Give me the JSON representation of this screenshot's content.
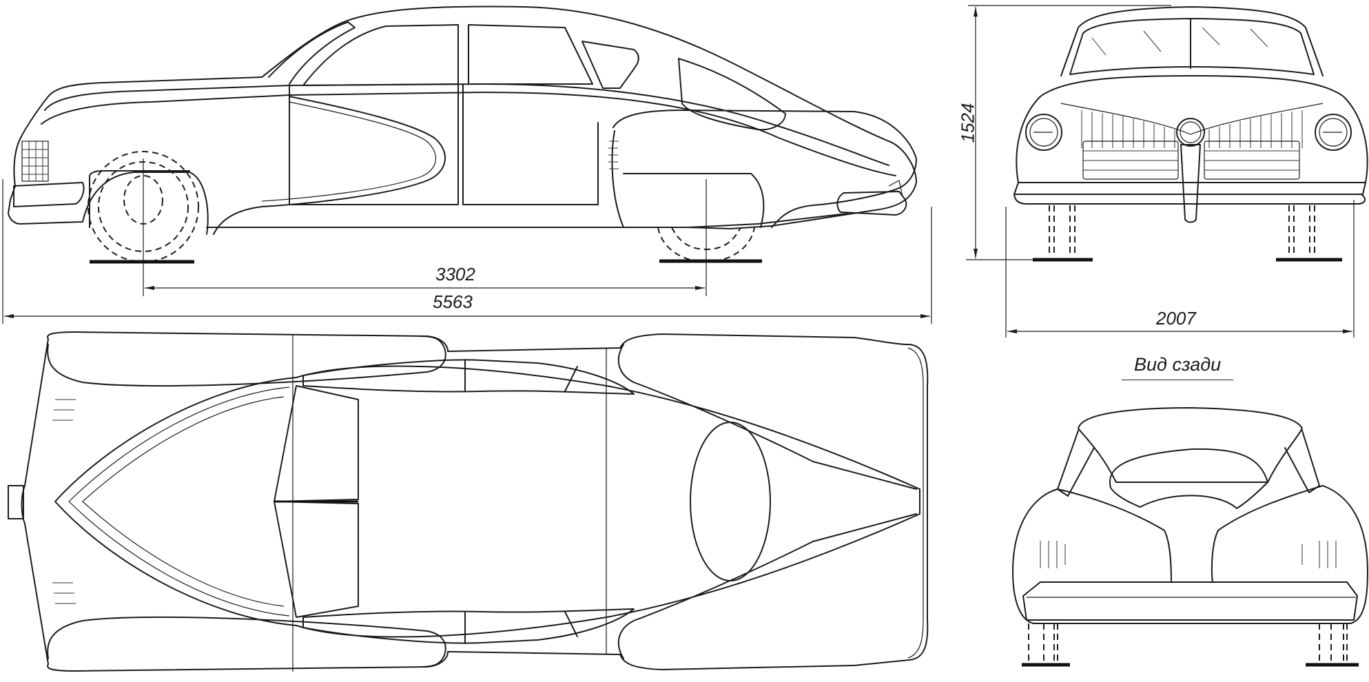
{
  "drawing": {
    "subject": "Four-door fastback sedan, orthographic views",
    "views": [
      {
        "id": "side",
        "label": ""
      },
      {
        "id": "front",
        "label": ""
      },
      {
        "id": "top",
        "label": ""
      },
      {
        "id": "rear",
        "label": "Вид сзади"
      }
    ]
  },
  "dimensions": {
    "wheelbase": "3302",
    "overall_length": "5563",
    "overall_height": "1524",
    "overall_width": "2007"
  },
  "captions": {
    "rear_view": "Вид сзади"
  },
  "colors": {
    "ink": "#1a1a1a",
    "background": "#ffffff"
  }
}
